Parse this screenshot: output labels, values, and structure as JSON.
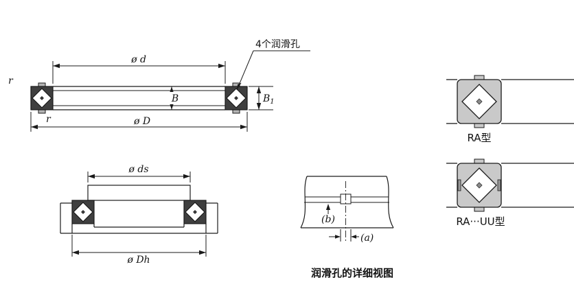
{
  "colors": {
    "line": "#1a1a1a",
    "type_square_fill": "#c9c9c9",
    "section_square_fill": "#3f3f3f"
  },
  "fig_main": {
    "lube_label": "4个润滑孔",
    "dim_d": "ø d",
    "dim_D": "ø D",
    "dim_B": "B",
    "dim_B1_base": "B",
    "dim_B1_sub": "1",
    "r_top": "r",
    "r_bottom": "r"
  },
  "fig_mount": {
    "dim_ds": "ø ds",
    "dim_Dh": "ø Dh"
  },
  "fig_detail": {
    "dim_b": "(b)",
    "dim_a": "(a)",
    "caption": "润滑孔的详细视图"
  },
  "fig_types": {
    "ra_label": "RA型",
    "ra_uu_label": "RA···UU型"
  }
}
